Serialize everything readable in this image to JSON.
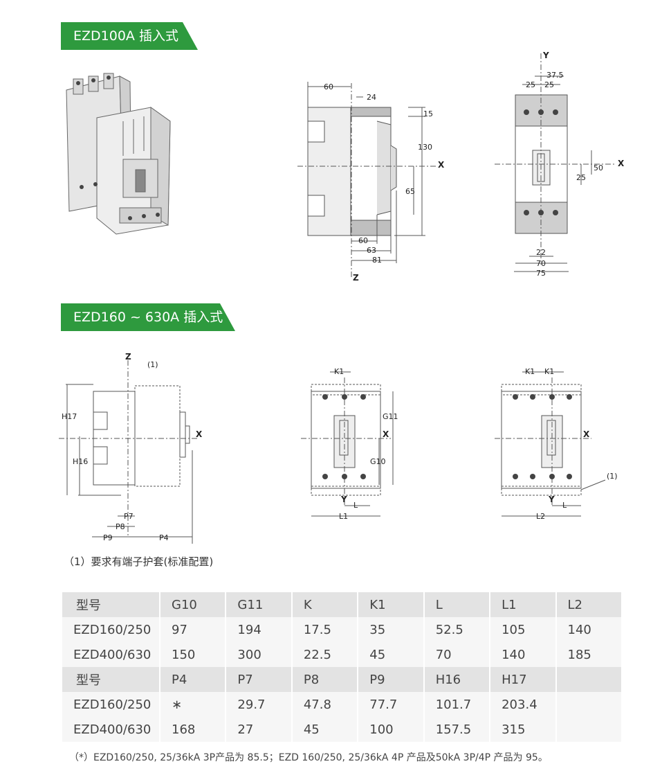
{
  "banners": {
    "b1": "EZD100A 插入式",
    "b2": "EZD160 ~ 630A 插入式"
  },
  "fig2": {
    "d60t": "60",
    "d24": "24",
    "d15": "15",
    "d130": "130",
    "d65": "65",
    "d60b": "60",
    "d63": "63",
    "d81": "81",
    "x": "X",
    "z": "Z"
  },
  "fig3": {
    "y": "Y",
    "d37_5": "37.5",
    "d25a": "25",
    "d25b": "25",
    "d50": "50",
    "d25c": "25",
    "x": "X",
    "d22": "22",
    "d70": "70",
    "d75": "75"
  },
  "fig4": {
    "z": "Z",
    "n1": "(1)",
    "h17": "H17",
    "h16": "H16",
    "x": "X",
    "p7": "P7",
    "p8": "P8",
    "p9": "P9",
    "p4": "P4"
  },
  "fig5": {
    "k1": "K1",
    "g11": "G11",
    "g10": "G10",
    "x": "X",
    "y": "Y",
    "l": "L",
    "l1": "L1"
  },
  "fig6": {
    "k1a": "K1",
    "k1b": "K1",
    "x": "X",
    "n1": "(1)",
    "y": "Y",
    "l": "L",
    "l2": "L2"
  },
  "note": "（1）要求有端子护套(标准配置)",
  "table": {
    "rows": [
      {
        "type": "h",
        "cells": [
          "型号",
          "G10",
          "G11",
          "K",
          "K1",
          "L",
          "L1",
          "L2"
        ]
      },
      {
        "type": "r",
        "cells": [
          "EZD160/250",
          "97",
          "194",
          "17.5",
          "35",
          "52.5",
          "105",
          "140"
        ]
      },
      {
        "type": "r",
        "cells": [
          "EZD400/630",
          "150",
          "300",
          "22.5",
          "45",
          "70",
          "140",
          "185"
        ]
      },
      {
        "type": "h",
        "cells": [
          "型号",
          "P4",
          "P7",
          "P8",
          "P9",
          "H16",
          "H17",
          ""
        ]
      },
      {
        "type": "r",
        "cells": [
          "EZD160/250",
          "∗",
          "29.7",
          "47.8",
          "77.7",
          "101.7",
          "203.4",
          ""
        ]
      },
      {
        "type": "r",
        "cells": [
          "EZD400/630",
          "168",
          "27",
          "45",
          "100",
          "157.5",
          "315",
          ""
        ]
      }
    ]
  },
  "footnote": "（*）EZD160/250, 25/36kA 3P产品为 85.5；EZD 160/250, 25/36kA 4P 产品及50kA 3P/4P 产品为 95。",
  "colors": {
    "banner": "#2e9a3e",
    "header_row": "#e3e3e3",
    "body_row": "#f6f6f6"
  }
}
